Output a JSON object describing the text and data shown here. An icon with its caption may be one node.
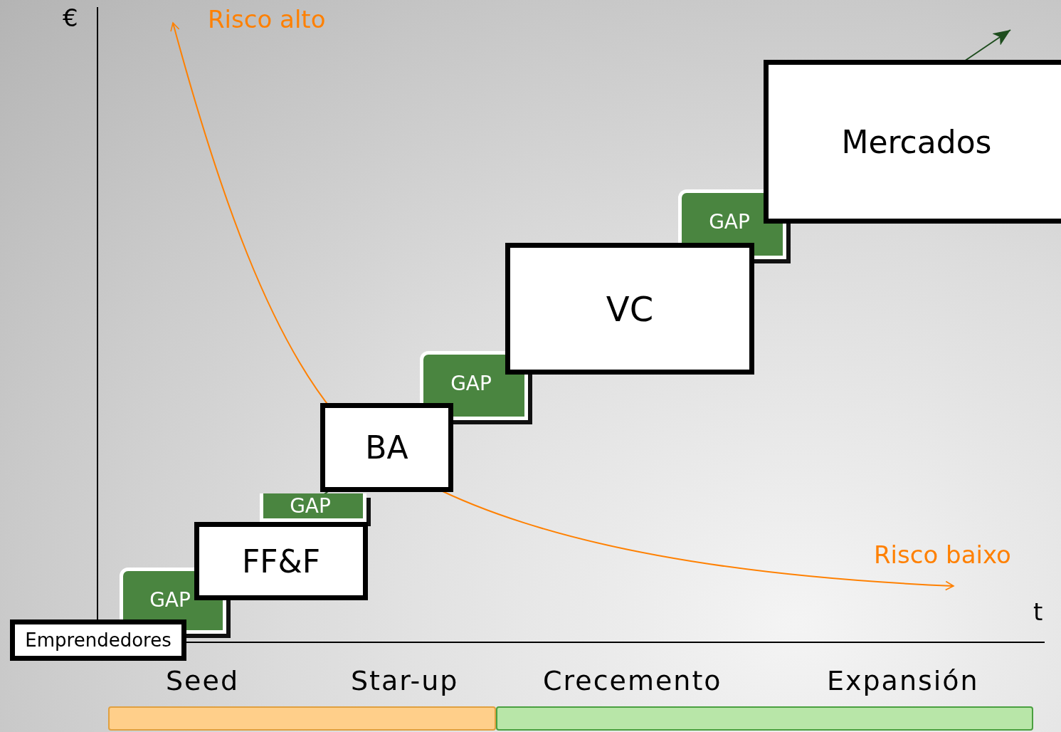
{
  "diagram": {
    "nodes": [
      {
        "text": [
          "Emprendedores"
        ]
      },
      {
        "text": [
          "GAP"
        ]
      },
      {
        "text": [
          "FF&F"
        ]
      },
      {
        "text": [
          "GAP"
        ]
      },
      {
        "text": [
          "BA"
        ]
      },
      {
        "text": [
          "GAP"
        ]
      },
      {
        "text": [
          "VC"
        ]
      },
      {
        "text": [
          "GAP"
        ]
      },
      {
        "text": [
          "Mercados"
        ]
      },
      {
        "text": [],
        "shape": "bar"
      },
      {
        "text": [],
        "shape": "bar"
      }
    ],
    "labels": [
      "€",
      "Risco alto",
      "Risco baixo",
      "t",
      "Seed",
      "Star-up",
      "Crecemento",
      "Expansión"
    ]
  }
}
